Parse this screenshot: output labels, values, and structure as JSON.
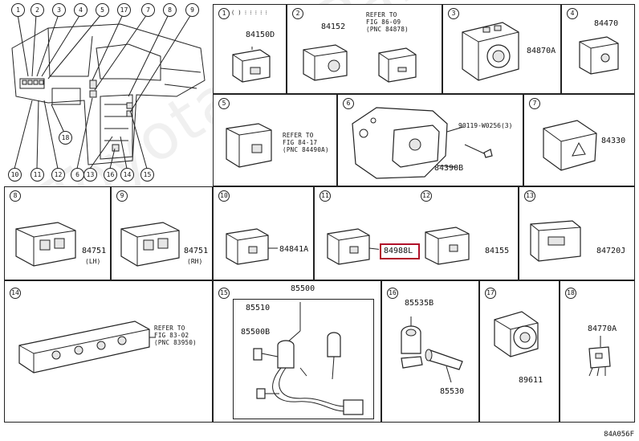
{
  "watermark": "ToyotaCarPartsSpace.com",
  "figure_code": "84A056F",
  "overview": {
    "callouts_top": [
      "1",
      "2",
      "3",
      "4",
      "5",
      "17",
      "7",
      "8",
      "9"
    ],
    "callouts_bottom": [
      "10",
      "11",
      "12",
      "6",
      "13",
      "16",
      "14",
      "15"
    ],
    "callout_left": "18"
  },
  "cells": [
    {
      "id": "1",
      "parts": [
        "84150D"
      ],
      "sub": "(     ) ⁝ ⁝ ⁝ ⁝ ⁝"
    },
    {
      "id": "2",
      "parts": [
        "84152"
      ],
      "ref": "REFER TO\nFIG 86-09\n(PNC 84878)"
    },
    {
      "id": "3",
      "parts": [
        "84870A"
      ]
    },
    {
      "id": "4",
      "parts": [
        "84470"
      ]
    },
    {
      "id": "5",
      "parts": [],
      "ref": "REFER TO\nFIG 84-17\n(PNC 84490A)"
    },
    {
      "id": "6",
      "parts": [
        "84390B",
        "90119-W0256(3)"
      ]
    },
    {
      "id": "7",
      "parts": [
        "84330"
      ]
    },
    {
      "id": "8",
      "parts": [
        "84751"
      ],
      "sub": "(LH)"
    },
    {
      "id": "9",
      "parts": [
        "84751"
      ],
      "sub": "(RH)"
    },
    {
      "id": "10",
      "parts": [
        "84841A"
      ]
    },
    {
      "id": "11",
      "parts": [
        "84988L"
      ]
    },
    {
      "id": "12",
      "parts": [
        "84155"
      ]
    },
    {
      "id": "13",
      "parts": [
        "84720J"
      ]
    },
    {
      "id": "14",
      "parts": [],
      "ref": "REFER TO\nFIG 83-02\n(PNC 83950)"
    },
    {
      "id": "15",
      "parts": [
        "85500",
        "85510",
        "85500B"
      ]
    },
    {
      "id": "16",
      "parts": [
        "85535B",
        "85530"
      ]
    },
    {
      "id": "17",
      "parts": [
        "89611"
      ]
    },
    {
      "id": "18",
      "parts": [
        "84770A"
      ]
    }
  ]
}
